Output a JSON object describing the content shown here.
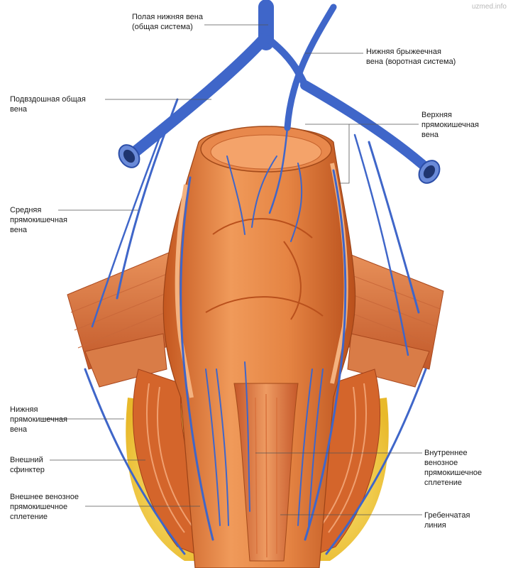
{
  "watermark": "uzmed.info",
  "colors": {
    "vein": "#3f66c9",
    "muscle": "#d9702f",
    "fat": "#f1d24b",
    "leader": "#555555"
  },
  "labels": {
    "ivc": [
      "Полая нижняя вена",
      "(общая система)"
    ],
    "mesenteric": [
      "Нижняя брыжеечная",
      "вена (воротная система)"
    ],
    "iliac": [
      "Подвздошная общая",
      "вена"
    ],
    "superior_rectal": [
      "Верхняя",
      "прямокишечная",
      "вена"
    ],
    "middle_rectal": [
      "Средняя",
      "прямокишечная",
      "вена"
    ],
    "inferior_rectal": [
      "Нижняя",
      "прямокишечная",
      "вена"
    ],
    "external_sphincter": [
      "Внешний",
      "сфинктер"
    ],
    "external_plexus": [
      "Внешнее венозное",
      "прямокишечное",
      "сплетение"
    ],
    "internal_plexus": [
      "Внутреннее",
      "венозное",
      "прямокишечное",
      "сплетение"
    ],
    "pectinate_line": [
      "Гребенчатая",
      "линия"
    ]
  }
}
